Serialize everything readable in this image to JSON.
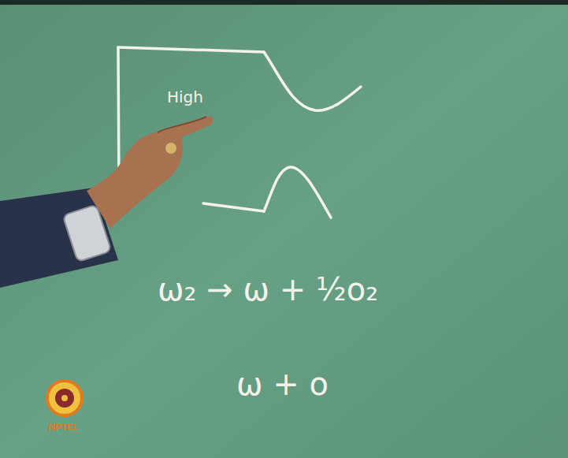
{
  "diagram": {
    "labels": [
      "High",
      "ω₂ → ω + ½o₂",
      "ω + o",
      "NPTEL"
    ]
  }
}
